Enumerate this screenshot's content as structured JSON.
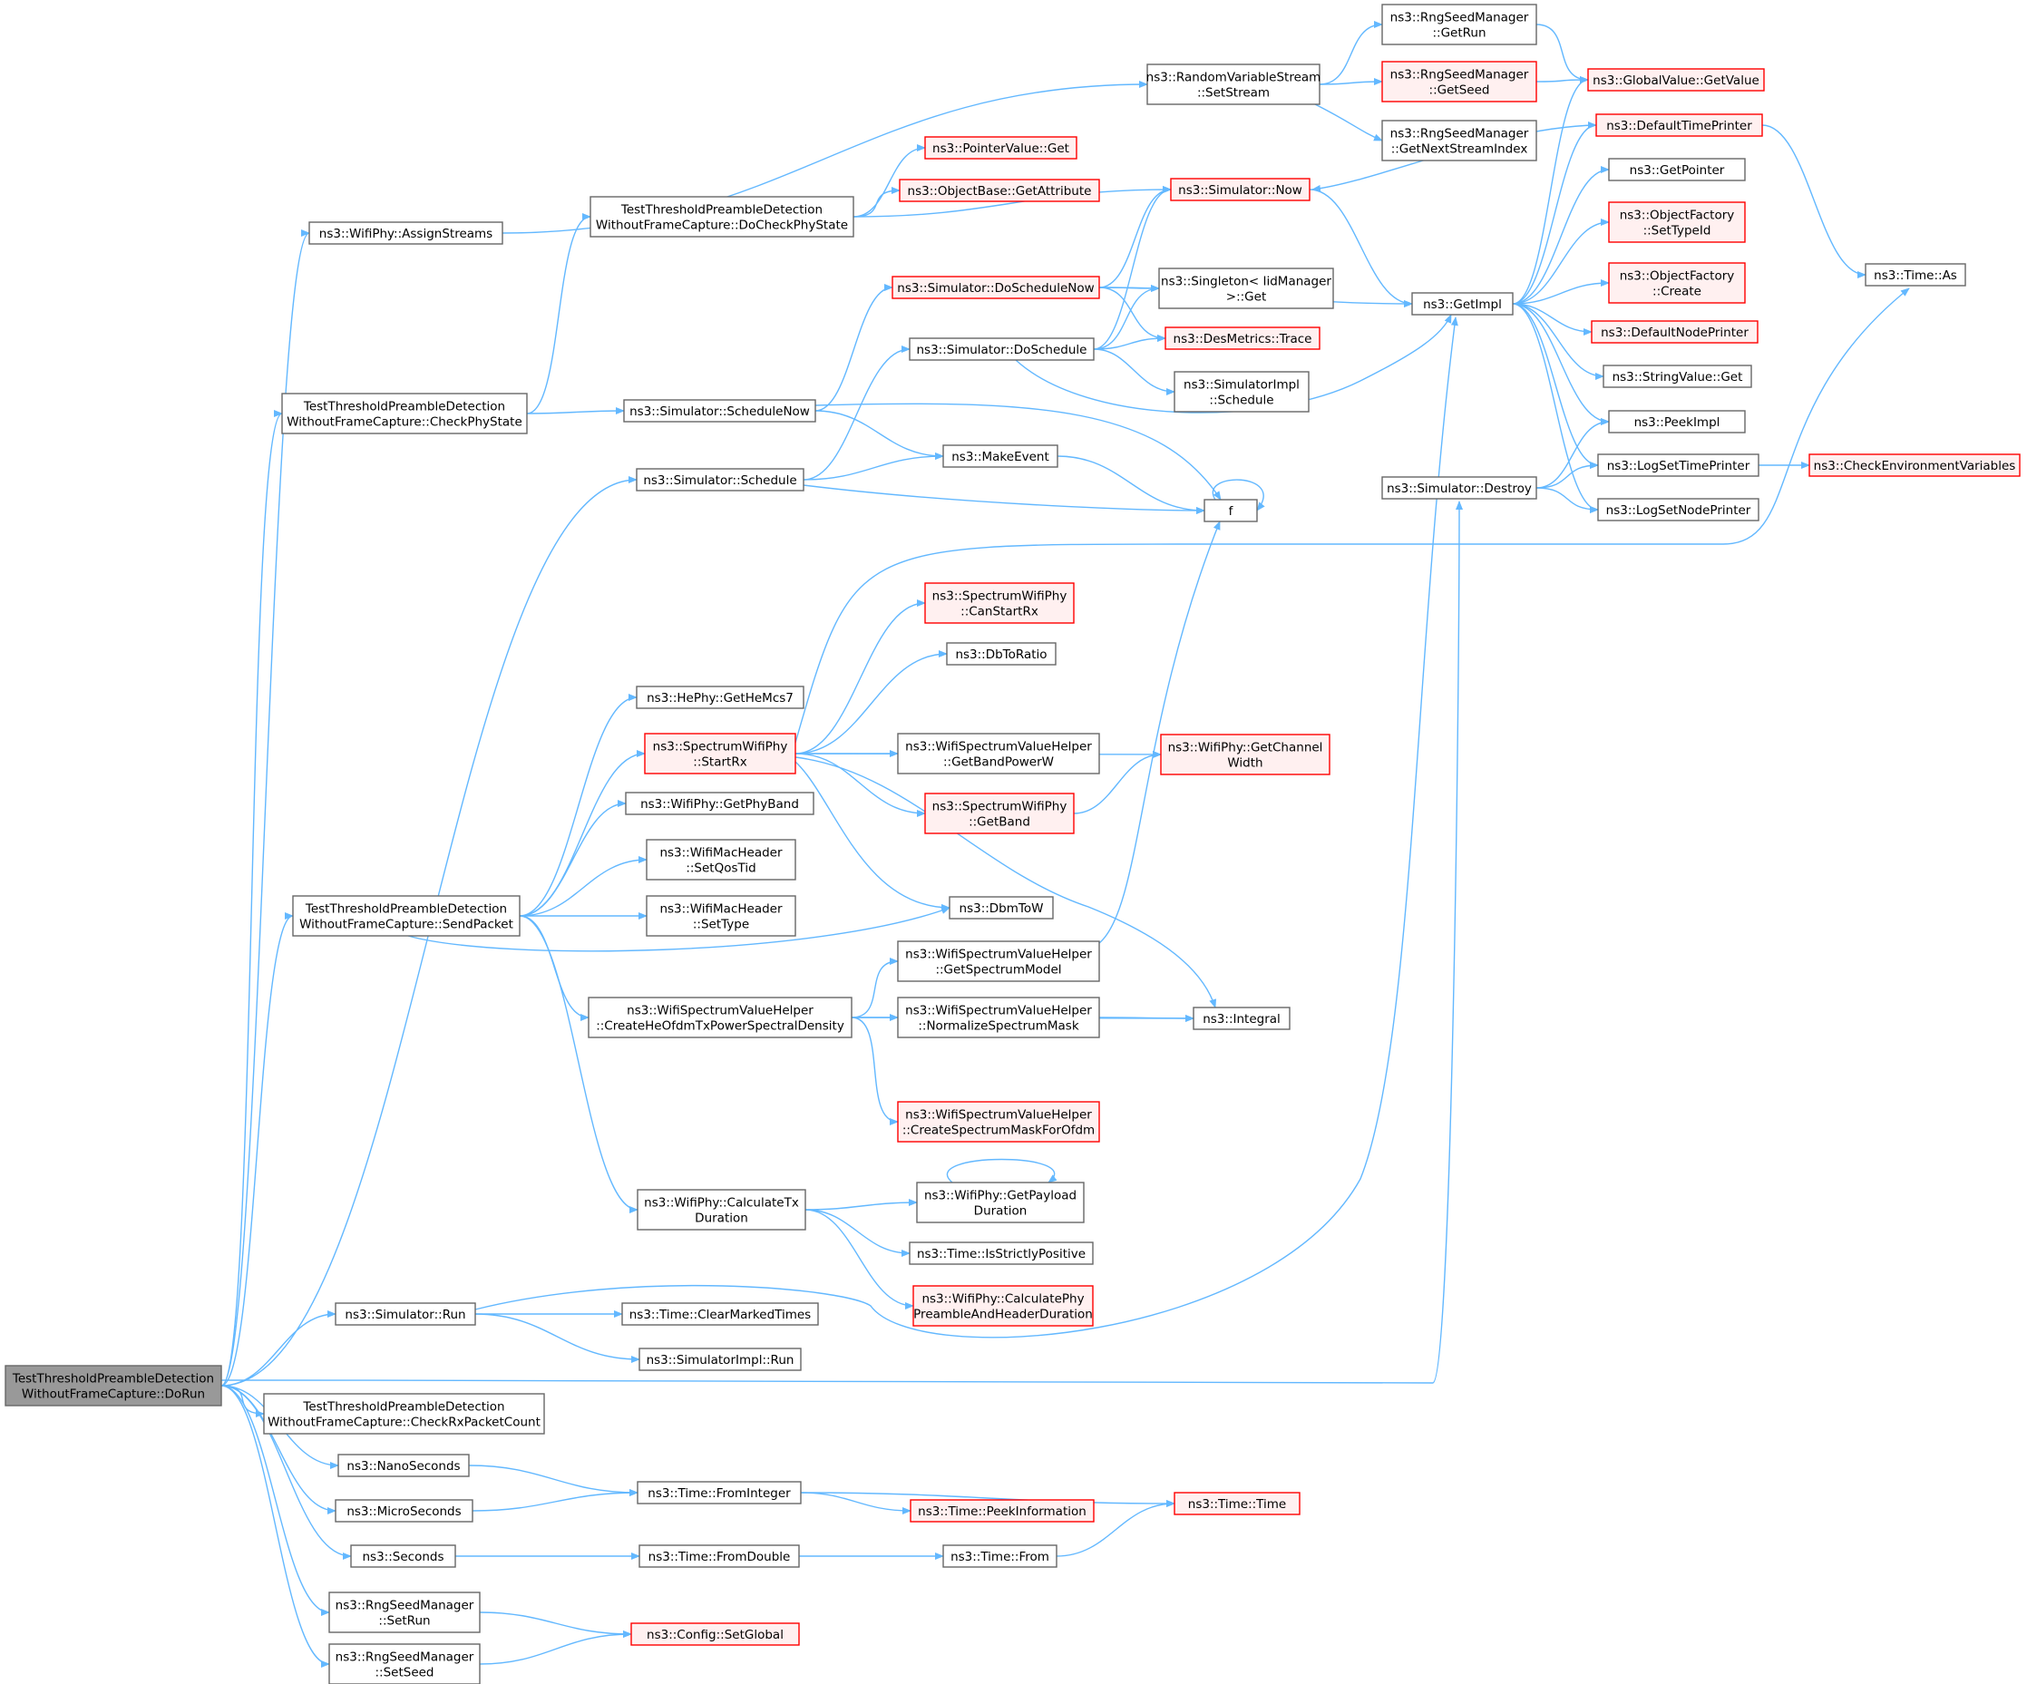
{
  "colors": {
    "edge": "#63b8ff",
    "node_border": "#666666",
    "node_fill": "#ffffff",
    "truncated_border": "#ff0000",
    "truncated_fill": "#fff0f0",
    "root_fill": "#999999",
    "root_border": "#666666"
  },
  "nodes": {
    "doRun": {
      "lines": [
        "TestThresholdPreambleDetection",
        "WithoutFrameCapture::DoRun"
      ],
      "style": "root"
    },
    "assignStreams": {
      "lines": [
        "ns3::WifiPhy::AssignStreams"
      ],
      "style": "normal"
    },
    "rvsSetStream": {
      "lines": [
        "ns3::RandomVariableStream",
        "::SetStream"
      ],
      "style": "normal"
    },
    "rsmGetRun": {
      "lines": [
        "ns3::RngSeedManager",
        "::GetRun"
      ],
      "style": "normal"
    },
    "rsmGetSeed": {
      "lines": [
        "ns3::RngSeedManager",
        "::GetSeed"
      ],
      "style": "truncated"
    },
    "rsmGetNextStreamIndex": {
      "lines": [
        "ns3::RngSeedManager",
        "::GetNextStreamIndex"
      ],
      "style": "normal"
    },
    "globalValueGetValue": {
      "lines": [
        "ns3::GlobalValue::GetValue"
      ],
      "style": "truncated"
    },
    "checkPhyState": {
      "lines": [
        "TestThresholdPreambleDetection",
        "WithoutFrameCapture::CheckPhyState"
      ],
      "style": "normal"
    },
    "doCheckPhyState": {
      "lines": [
        "TestThresholdPreambleDetection",
        "WithoutFrameCapture::DoCheckPhyState"
      ],
      "style": "normal"
    },
    "pointerValueGet": {
      "lines": [
        "ns3::PointerValue::Get"
      ],
      "style": "truncated"
    },
    "objectBaseGetAttribute": {
      "lines": [
        "ns3::ObjectBase::GetAttribute"
      ],
      "style": "truncated"
    },
    "simulatorNow": {
      "lines": [
        "ns3::Simulator::Now"
      ],
      "style": "truncated"
    },
    "simulatorScheduleNow": {
      "lines": [
        "ns3::Simulator::ScheduleNow"
      ],
      "style": "normal"
    },
    "simulatorDoScheduleNow": {
      "lines": [
        "ns3::Simulator::DoScheduleNow"
      ],
      "style": "truncated"
    },
    "simulatorDoSchedule": {
      "lines": [
        "ns3::Simulator::DoSchedule"
      ],
      "style": "normal"
    },
    "simulatorSchedule": {
      "lines": [
        "ns3::Simulator::Schedule"
      ],
      "style": "normal"
    },
    "singletonGet": {
      "lines": [
        "ns3::Singleton< IidManager",
        ">::Get"
      ],
      "style": "normal"
    },
    "desMetricsTrace": {
      "lines": [
        "ns3::DesMetrics::Trace"
      ],
      "style": "truncated"
    },
    "simulatorImplSchedule": {
      "lines": [
        "ns3::SimulatorImpl",
        "::Schedule"
      ],
      "style": "normal"
    },
    "makeEvent": {
      "lines": [
        "ns3::MakeEvent"
      ],
      "style": "normal"
    },
    "f": {
      "lines": [
        "f"
      ],
      "style": "normal"
    },
    "getImpl": {
      "lines": [
        "ns3::GetImpl"
      ],
      "style": "normal"
    },
    "defaultTimePrinter": {
      "lines": [
        "ns3::DefaultTimePrinter"
      ],
      "style": "truncated"
    },
    "getPointer": {
      "lines": [
        "ns3::GetPointer"
      ],
      "style": "normal"
    },
    "ofSetTypeId": {
      "lines": [
        "ns3::ObjectFactory",
        "::SetTypeId"
      ],
      "style": "truncated"
    },
    "ofCreate": {
      "lines": [
        "ns3::ObjectFactory",
        "::Create"
      ],
      "style": "truncated"
    },
    "defaultNodePrinter": {
      "lines": [
        "ns3::DefaultNodePrinter"
      ],
      "style": "truncated"
    },
    "stringValueGet": {
      "lines": [
        "ns3::StringValue::Get"
      ],
      "style": "normal"
    },
    "peekImpl": {
      "lines": [
        "ns3::PeekImpl"
      ],
      "style": "normal"
    },
    "logSetTimePrinter": {
      "lines": [
        "ns3::LogSetTimePrinter"
      ],
      "style": "normal"
    },
    "logSetNodePrinter": {
      "lines": [
        "ns3::LogSetNodePrinter"
      ],
      "style": "normal"
    },
    "simulatorDestroy": {
      "lines": [
        "ns3::Simulator::Destroy"
      ],
      "style": "normal"
    },
    "checkEnvVars": {
      "lines": [
        "ns3::CheckEnvironmentVariables"
      ],
      "style": "truncated"
    },
    "timeAs": {
      "lines": [
        "ns3::Time::As"
      ],
      "style": "normal"
    },
    "sendPacket": {
      "lines": [
        "TestThresholdPreambleDetection",
        "WithoutFrameCapture::SendPacket"
      ],
      "style": "normal"
    },
    "getHeMcs7": {
      "lines": [
        "ns3::HePhy::GetHeMcs7"
      ],
      "style": "normal"
    },
    "swpStartRx": {
      "lines": [
        "ns3::SpectrumWifiPhy",
        "::StartRx"
      ],
      "style": "truncated"
    },
    "swpCanStartRx": {
      "lines": [
        "ns3::SpectrumWifiPhy",
        "::CanStartRx"
      ],
      "style": "truncated"
    },
    "dbToRatio": {
      "lines": [
        "ns3::DbToRatio"
      ],
      "style": "normal"
    },
    "wsvhGetBandPowerW": {
      "lines": [
        "ns3::WifiSpectrumValueHelper",
        "::GetBandPowerW"
      ],
      "style": "normal"
    },
    "wifiPhyGetChannelWidth": {
      "lines": [
        "ns3::WifiPhy::GetChannel",
        "Width"
      ],
      "style": "truncated"
    },
    "swpGetBand": {
      "lines": [
        "ns3::SpectrumWifiPhy",
        "::GetBand"
      ],
      "style": "truncated"
    },
    "getPhyBand": {
      "lines": [
        "ns3::WifiPhy::GetPhyBand"
      ],
      "style": "normal"
    },
    "setQosTid": {
      "lines": [
        "ns3::WifiMacHeader",
        "::SetQosTid"
      ],
      "style": "normal"
    },
    "setType": {
      "lines": [
        "ns3::WifiMacHeader",
        "::SetType"
      ],
      "style": "normal"
    },
    "dbmToW": {
      "lines": [
        "ns3::DbmToW"
      ],
      "style": "normal"
    },
    "wsvhGetSpectrumModel": {
      "lines": [
        "ns3::WifiSpectrumValueHelper",
        "::GetSpectrumModel"
      ],
      "style": "normal"
    },
    "createHeOfdm": {
      "lines": [
        "ns3::WifiSpectrumValueHelper",
        "::CreateHeOfdmTxPowerSpectralDensity"
      ],
      "style": "normal"
    },
    "wsvhNormalize": {
      "lines": [
        "ns3::WifiSpectrumValueHelper",
        "::NormalizeSpectrumMask"
      ],
      "style": "normal"
    },
    "integral": {
      "lines": [
        "ns3::Integral"
      ],
      "style": "normal"
    },
    "createSpectrumMask": {
      "lines": [
        "ns3::WifiSpectrumValueHelper",
        "::CreateSpectrumMaskForOfdm"
      ],
      "style": "truncated"
    },
    "calcTxDuration": {
      "lines": [
        "ns3::WifiPhy::CalculateTx",
        "Duration"
      ],
      "style": "normal"
    },
    "getPayloadDuration": {
      "lines": [
        "ns3::WifiPhy::GetPayload",
        "Duration"
      ],
      "style": "normal"
    },
    "isStrictlyPositive": {
      "lines": [
        "ns3::Time::IsStrictlyPositive"
      ],
      "style": "normal"
    },
    "calcPhyPreamble": {
      "lines": [
        "ns3::WifiPhy::CalculatePhy",
        "PreambleAndHeaderDuration"
      ],
      "style": "truncated"
    },
    "simulatorRun": {
      "lines": [
        "ns3::Simulator::Run"
      ],
      "style": "normal"
    },
    "clearMarkedTimes": {
      "lines": [
        "ns3::Time::ClearMarkedTimes"
      ],
      "style": "normal"
    },
    "simulatorImplRun": {
      "lines": [
        "ns3::SimulatorImpl::Run"
      ],
      "style": "normal"
    },
    "checkRxPacketCount": {
      "lines": [
        "TestThresholdPreambleDetection",
        "WithoutFrameCapture::CheckRxPacketCount"
      ],
      "style": "normal"
    },
    "nanoSeconds": {
      "lines": [
        "ns3::NanoSeconds"
      ],
      "style": "normal"
    },
    "microSeconds": {
      "lines": [
        "ns3::MicroSeconds"
      ],
      "style": "normal"
    },
    "seconds": {
      "lines": [
        "ns3::Seconds"
      ],
      "style": "normal"
    },
    "timeFromInteger": {
      "lines": [
        "ns3::Time::FromInteger"
      ],
      "style": "normal"
    },
    "timePeekInformation": {
      "lines": [
        "ns3::Time::PeekInformation"
      ],
      "style": "truncated"
    },
    "timeTime": {
      "lines": [
        "ns3::Time::Time"
      ],
      "style": "truncated"
    },
    "timeFromDouble": {
      "lines": [
        "ns3::Time::FromDouble"
      ],
      "style": "normal"
    },
    "timeFrom": {
      "lines": [
        "ns3::Time::From"
      ],
      "style": "normal"
    },
    "rsmSetRun": {
      "lines": [
        "ns3::RngSeedManager",
        "::SetRun"
      ],
      "style": "normal"
    },
    "rsmSetSeed": {
      "lines": [
        "ns3::RngSeedManager",
        "::SetSeed"
      ],
      "style": "normal"
    },
    "configSetGlobal": {
      "lines": [
        "ns3::Config::SetGlobal"
      ],
      "style": "truncated"
    }
  },
  "edges": [
    [
      "doRun",
      "assignStreams"
    ],
    [
      "doRun",
      "checkPhyState"
    ],
    [
      "doRun",
      "simulatorSchedule"
    ],
    [
      "doRun",
      "sendPacket"
    ],
    [
      "doRun",
      "simulatorRun"
    ],
    [
      "doRun",
      "simulatorDestroy"
    ],
    [
      "doRun",
      "checkRxPacketCount"
    ],
    [
      "doRun",
      "nanoSeconds"
    ],
    [
      "doRun",
      "microSeconds"
    ],
    [
      "doRun",
      "seconds"
    ],
    [
      "doRun",
      "rsmSetRun"
    ],
    [
      "doRun",
      "rsmSetSeed"
    ],
    [
      "assignStreams",
      "rvsSetStream"
    ],
    [
      "rvsSetStream",
      "rsmGetRun"
    ],
    [
      "rvsSetStream",
      "rsmGetSeed"
    ],
    [
      "rvsSetStream",
      "rsmGetNextStreamIndex"
    ],
    [
      "rsmGetRun",
      "globalValueGetValue"
    ],
    [
      "rsmGetSeed",
      "globalValueGetValue"
    ],
    [
      "checkPhyState",
      "doCheckPhyState"
    ],
    [
      "checkPhyState",
      "simulatorScheduleNow"
    ],
    [
      "doCheckPhyState",
      "pointerValueGet"
    ],
    [
      "doCheckPhyState",
      "objectBaseGetAttribute"
    ],
    [
      "doCheckPhyState",
      "simulatorNow"
    ],
    [
      "simulatorScheduleNow",
      "simulatorDoScheduleNow"
    ],
    [
      "simulatorScheduleNow",
      "makeEvent"
    ],
    [
      "simulatorScheduleNow",
      "f"
    ],
    [
      "simulatorDoScheduleNow",
      "simulatorNow"
    ],
    [
      "simulatorDoScheduleNow",
      "singletonGet"
    ],
    [
      "simulatorDoScheduleNow",
      "desMetricsTrace"
    ],
    [
      "simulatorDoScheduleNow",
      "getImpl"
    ],
    [
      "simulatorSchedule",
      "simulatorDoSchedule"
    ],
    [
      "simulatorSchedule",
      "makeEvent"
    ],
    [
      "simulatorSchedule",
      "f"
    ],
    [
      "simulatorDoSchedule",
      "simulatorNow"
    ],
    [
      "simulatorDoSchedule",
      "singletonGet"
    ],
    [
      "simulatorDoSchedule",
      "desMetricsTrace"
    ],
    [
      "simulatorDoSchedule",
      "simulatorImplSchedule"
    ],
    [
      "simulatorDoSchedule",
      "getImpl"
    ],
    [
      "makeEvent",
      "f"
    ],
    [
      "f",
      "f"
    ],
    [
      "simulatorNow",
      "getImpl"
    ],
    [
      "getImpl",
      "globalValueGetValue"
    ],
    [
      "getImpl",
      "defaultTimePrinter"
    ],
    [
      "getImpl",
      "getPointer"
    ],
    [
      "getImpl",
      "ofSetTypeId"
    ],
    [
      "getImpl",
      "ofCreate"
    ],
    [
      "getImpl",
      "defaultNodePrinter"
    ],
    [
      "getImpl",
      "stringValueGet"
    ],
    [
      "getImpl",
      "peekImpl"
    ],
    [
      "getImpl",
      "logSetTimePrinter"
    ],
    [
      "getImpl",
      "logSetNodePrinter"
    ],
    [
      "defaultTimePrinter",
      "simulatorNow"
    ],
    [
      "defaultTimePrinter",
      "timeAs"
    ],
    [
      "simulatorDestroy",
      "peekImpl"
    ],
    [
      "simulatorDestroy",
      "logSetTimePrinter"
    ],
    [
      "simulatorDestroy",
      "logSetNodePrinter"
    ],
    [
      "logSetTimePrinter",
      "checkEnvVars"
    ],
    [
      "sendPacket",
      "getHeMcs7"
    ],
    [
      "sendPacket",
      "swpStartRx"
    ],
    [
      "sendPacket",
      "getPhyBand"
    ],
    [
      "sendPacket",
      "setQosTid"
    ],
    [
      "sendPacket",
      "setType"
    ],
    [
      "sendPacket",
      "dbmToW"
    ],
    [
      "sendPacket",
      "createHeOfdm"
    ],
    [
      "sendPacket",
      "calcTxDuration"
    ],
    [
      "swpStartRx",
      "timeAs"
    ],
    [
      "swpStartRx",
      "swpCanStartRx"
    ],
    [
      "swpStartRx",
      "dbToRatio"
    ],
    [
      "swpStartRx",
      "wsvhGetBandPowerW"
    ],
    [
      "swpStartRx",
      "wifiPhyGetChannelWidth"
    ],
    [
      "swpStartRx",
      "swpGetBand"
    ],
    [
      "swpStartRx",
      "dbmToW"
    ],
    [
      "swpStartRx",
      "integral"
    ],
    [
      "swpGetBand",
      "wifiPhyGetChannelWidth"
    ],
    [
      "wsvhGetSpectrumModel",
      "f"
    ],
    [
      "createHeOfdm",
      "wsvhGetSpectrumModel"
    ],
    [
      "createHeOfdm",
      "wsvhNormalize"
    ],
    [
      "createHeOfdm",
      "integral"
    ],
    [
      "createHeOfdm",
      "createSpectrumMask"
    ],
    [
      "wsvhNormalize",
      "integral"
    ],
    [
      "calcTxDuration",
      "getPayloadDuration"
    ],
    [
      "calcTxDuration",
      "isStrictlyPositive"
    ],
    [
      "calcTxDuration",
      "calcPhyPreamble"
    ],
    [
      "getPayloadDuration",
      "getPayloadDuration"
    ],
    [
      "simulatorRun",
      "clearMarkedTimes"
    ],
    [
      "simulatorRun",
      "simulatorImplRun"
    ],
    [
      "simulatorRun",
      "getImpl"
    ],
    [
      "nanoSeconds",
      "timeFromInteger"
    ],
    [
      "microSeconds",
      "timeFromInteger"
    ],
    [
      "seconds",
      "timeFromDouble"
    ],
    [
      "timeFromInteger",
      "timePeekInformation"
    ],
    [
      "timeFromInteger",
      "timeTime"
    ],
    [
      "timeFromDouble",
      "timeFrom"
    ],
    [
      "timeFrom",
      "timeTime"
    ],
    [
      "rsmSetRun",
      "configSetGlobal"
    ],
    [
      "rsmSetSeed",
      "configSetGlobal"
    ]
  ]
}
